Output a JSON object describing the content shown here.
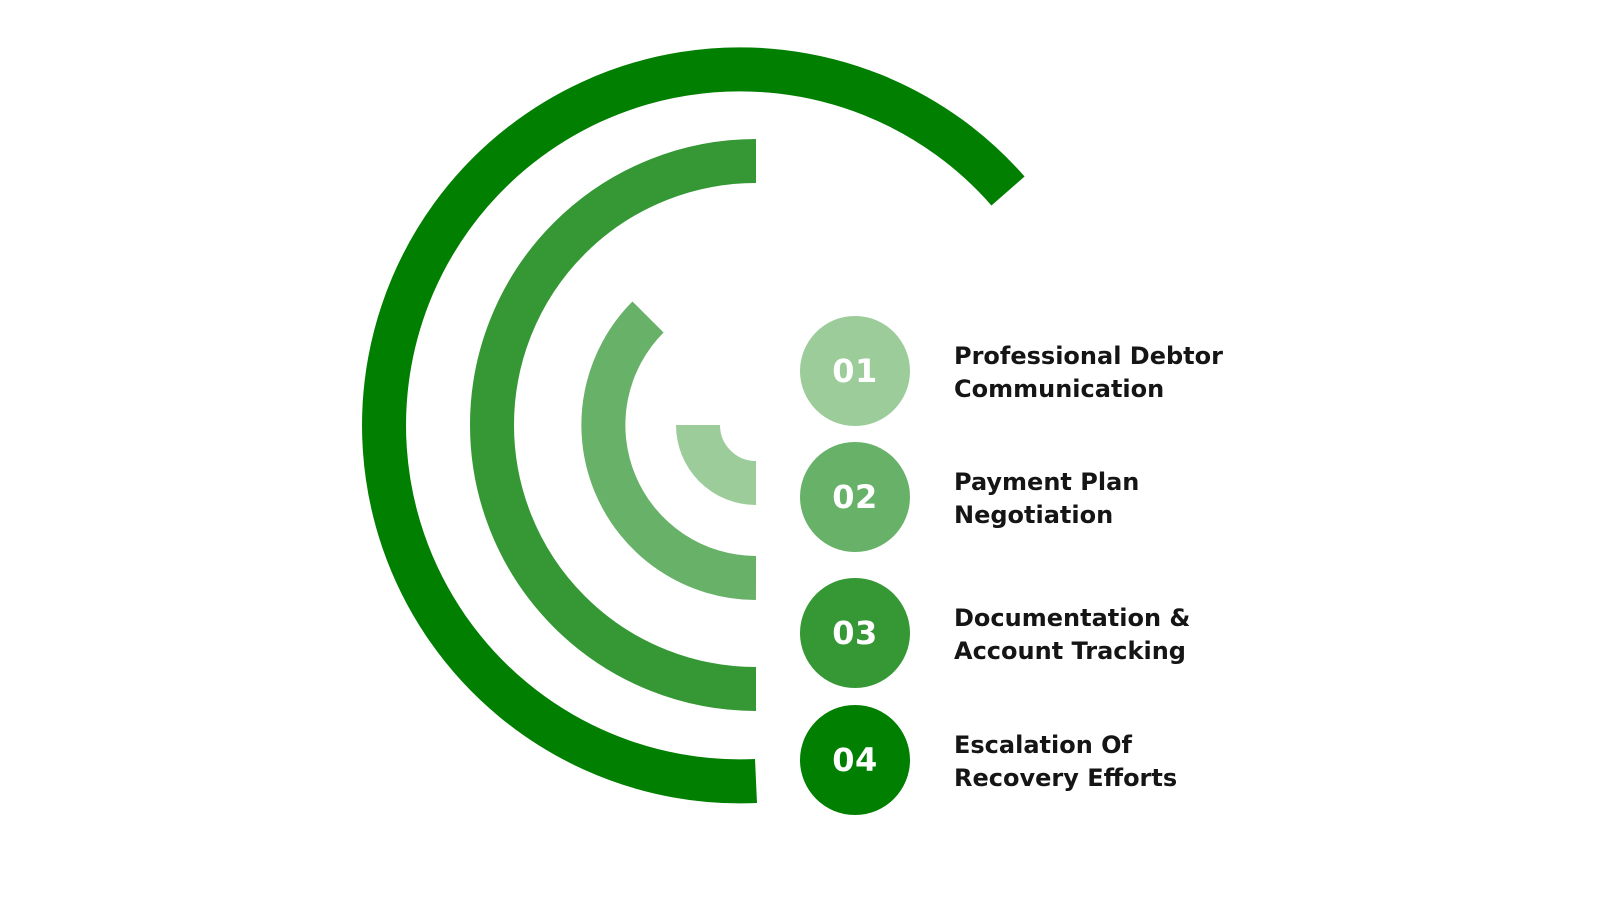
{
  "colors": {
    "level_1": "#9ccc9a",
    "level_2": "#68b168",
    "level_3": "#359835",
    "level_4": "#007f00",
    "text": "#151515",
    "background": "#ffffff"
  },
  "steps": [
    {
      "number": "01",
      "line1": "Professional Debtor",
      "line2": "Communication",
      "color": "#9ccc9a"
    },
    {
      "number": "02",
      "line1": "Payment Plan",
      "line2": "Negotiation",
      "color": "#68b168"
    },
    {
      "number": "03",
      "line1": "Documentation &",
      "line2": "Account Tracking",
      "color": "#359835"
    },
    {
      "number": "04",
      "line1": "Escalation Of",
      "line2": "Recovery Efforts",
      "color": "#007f00"
    }
  ]
}
